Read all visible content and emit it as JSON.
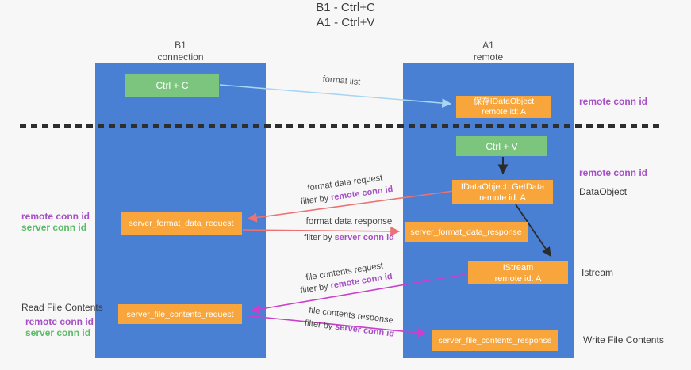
{
  "title": {
    "line1": "B1 - Ctrl+C",
    "line2": "A1 - Ctrl+V"
  },
  "lanes": {
    "left": {
      "name": "B1",
      "role": "connection"
    },
    "right": {
      "name": "A1",
      "role": "remote"
    }
  },
  "nodes": {
    "ctrl_c": {
      "label": "Ctrl + C"
    },
    "saved_idataobject": {
      "line1": "保存IDataObject",
      "line2": "remote id: A"
    },
    "ctrl_v": {
      "label": "Ctrl + V"
    },
    "getdata": {
      "line1": "IDataObject::GetData",
      "line2": "remote id: A"
    },
    "format_request": {
      "label": "server_format_data_request"
    },
    "format_response": {
      "label": "server_format_data_response"
    },
    "istream": {
      "line1": "IStream",
      "line2": "remote id: A"
    },
    "file_request": {
      "label": "server_file_contents_request"
    },
    "file_response": {
      "label": "server_file_contents_response"
    }
  },
  "edge_labels": {
    "format_list": {
      "line1": "format list"
    },
    "format_data_request": {
      "line1": "format data request",
      "prefix": "filter by ",
      "key": "remote conn id"
    },
    "format_data_response": {
      "line1": "format data response",
      "prefix": "filter by ",
      "key": "server conn id"
    },
    "file_contents_request": {
      "line1": "file contents request",
      "prefix": "filter by ",
      "key": "remote conn id"
    },
    "file_contents_response": {
      "line1": "file contents response",
      "prefix": "filter by ",
      "key": "server conn id"
    }
  },
  "annotations": {
    "remote_conn_id_top": "remote conn id",
    "remote_conn_id_mid": "remote conn id",
    "dataobject": "DataObject",
    "istream": "Istream",
    "write_file_contents": "Write File Contents",
    "read_file_contents": "Read File Contents",
    "left_top": {
      "remote": "remote conn id",
      "server": "server conn id"
    },
    "left_bottom": {
      "remote": "remote conn id",
      "server": "server conn id"
    }
  },
  "colors": {
    "lane": "#4A80D3",
    "orange": "#F8A63C",
    "green": "#7CC57E",
    "purple": "#A64FC6",
    "green_text": "#5CBB66",
    "red_arrow": "#ED7272",
    "magenta_arrow": "#CC3ECC",
    "blue_arrow": "#A8D5F2",
    "ink": "#3C3C3C",
    "black": "#2B2B2B"
  }
}
